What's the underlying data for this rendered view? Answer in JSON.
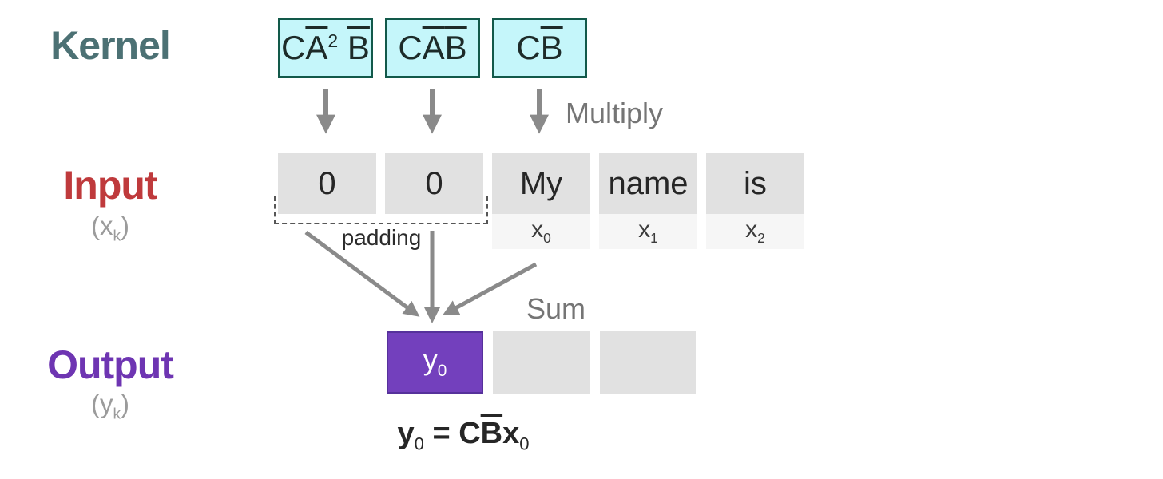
{
  "labels": {
    "kernel": "Kernel",
    "input": "Input",
    "output": "Output",
    "multiply": "Multiply",
    "sum": "Sum",
    "padding": "padding"
  },
  "kernel_boxes": [
    [
      {
        "t": "C"
      },
      {
        "t": "A",
        "bar": true,
        "sup": "2"
      },
      {
        "t": " "
      },
      {
        "t": "B",
        "bar": true
      }
    ],
    [
      {
        "t": "C"
      },
      {
        "t": "A",
        "bar": true
      },
      {
        "t": "B",
        "bar": true
      }
    ],
    [
      {
        "t": "C"
      },
      {
        "t": "B",
        "bar": true
      }
    ]
  ],
  "input": {
    "subscript_tokens": [
      {
        "t": "(x",
        "sub": "k"
      },
      {
        "t": ")"
      }
    ],
    "cells": [
      "0",
      "0",
      "My",
      "name",
      "is"
    ],
    "index_tokens": [
      [
        {
          "t": "x",
          "sub": "0"
        }
      ],
      [
        {
          "t": "x",
          "sub": "1"
        }
      ],
      [
        {
          "t": "x",
          "sub": "2"
        }
      ]
    ]
  },
  "output": {
    "subscript_tokens": [
      {
        "t": "(y",
        "sub": "k"
      },
      {
        "t": ")"
      }
    ],
    "y_cell_tokens": [
      {
        "t": "y",
        "sub": "0"
      }
    ]
  },
  "formula_tokens": [
    {
      "t": "y",
      "b": true,
      "sub": "0"
    },
    {
      "t": " = "
    },
    {
      "t": "C",
      "b": true
    },
    {
      "t": "B",
      "b": true,
      "bar": true
    },
    {
      "t": "x",
      "b": true,
      "sub": "0"
    }
  ],
  "colors": {
    "kernel_teal": "#4c7174",
    "input_red": "#bf3a3c",
    "output_purple": "#6e35b2",
    "cyan_fill": "#c5f6fa",
    "cyan_border": "#12594a",
    "purple_fill": "#7340bd",
    "purple_border": "#56319b",
    "cell_gray": "#e1e1e1",
    "subcell_gray": "#f6f6f6",
    "arrow_gray": "#8a8a8a",
    "op_gray": "#757575",
    "muted_gray": "#9b9b9b"
  }
}
